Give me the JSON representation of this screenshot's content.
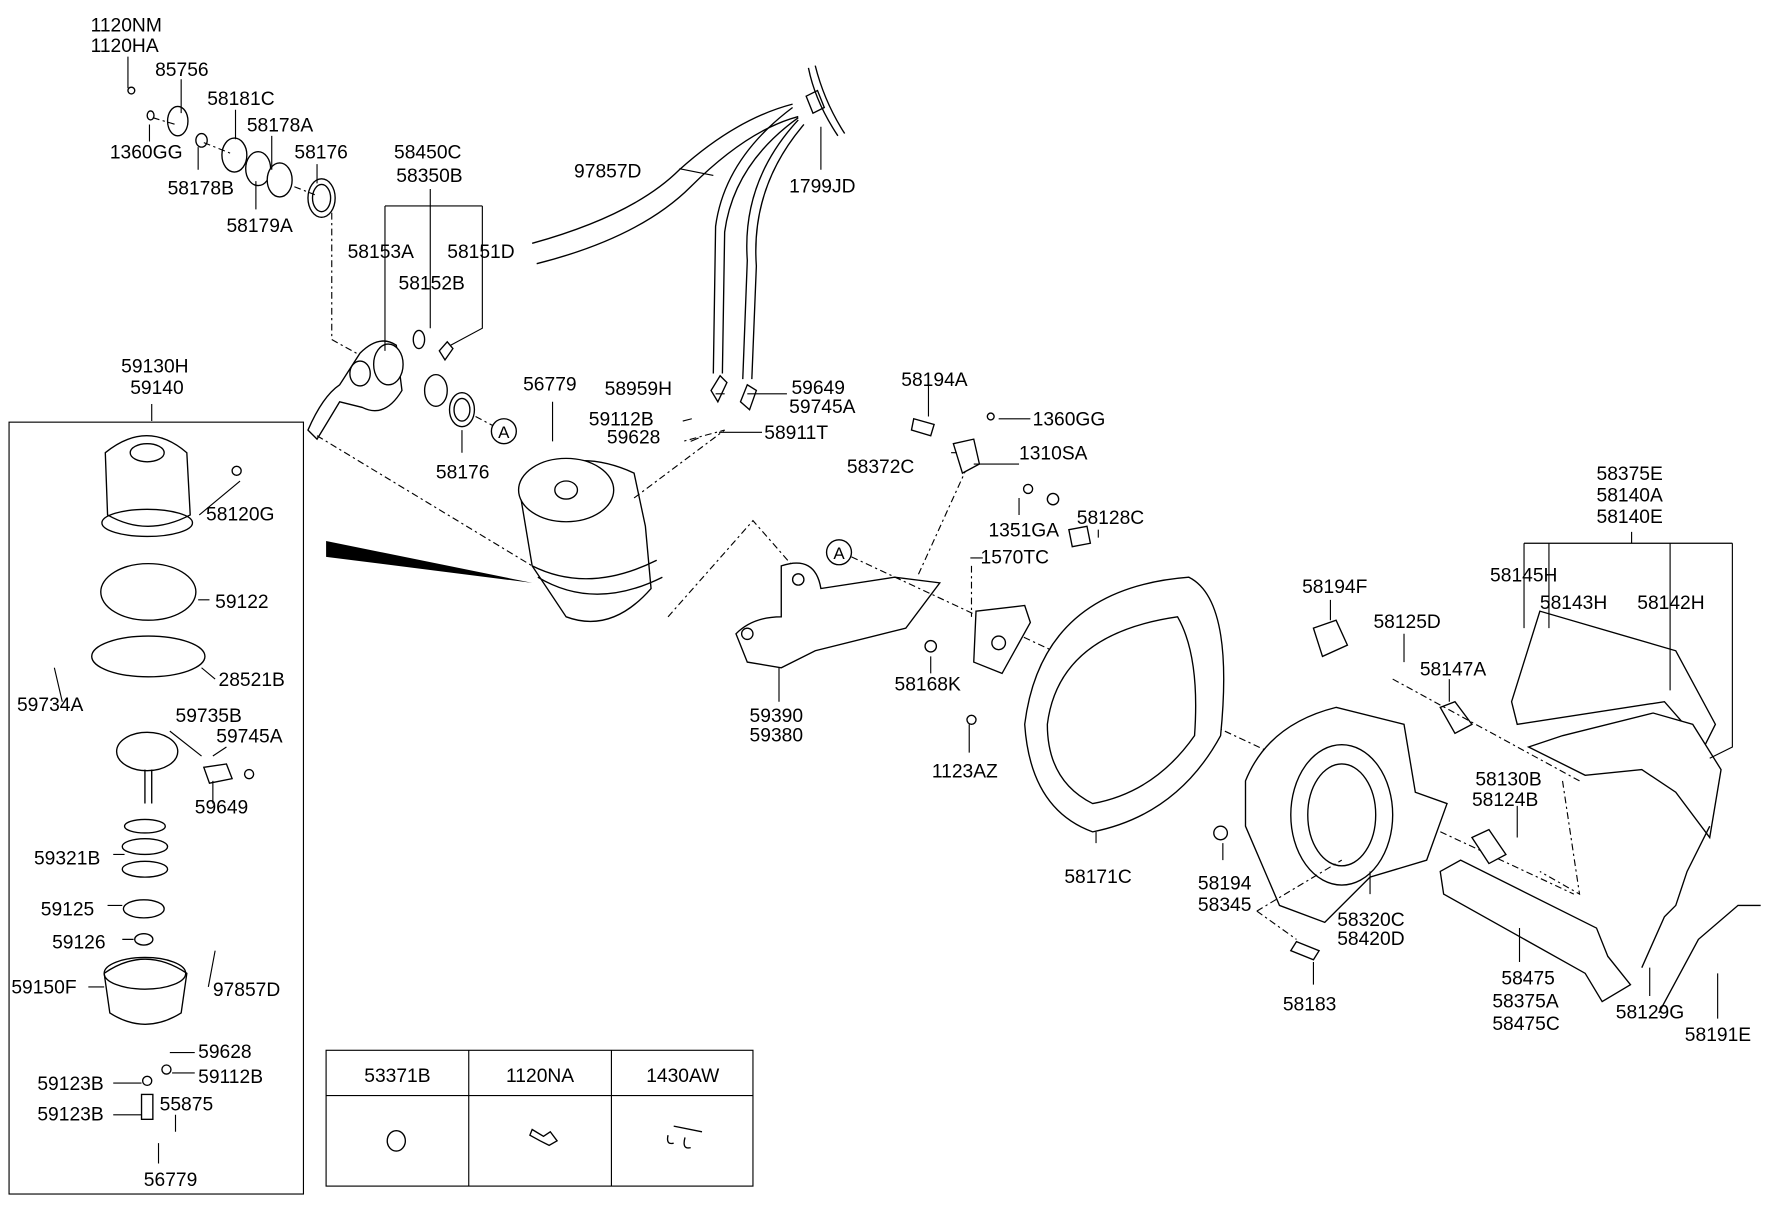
{
  "diagram": {
    "reference_marker": "A",
    "callouts": [
      "1120NM",
      "1120HA",
      "85756",
      "58181C",
      "58178A",
      "1360GG",
      "58176",
      "58178B",
      "58179A",
      "58450C",
      "58350B",
      "58153A",
      "58151D",
      "58152B",
      "97857D",
      "1799JD",
      "59130H",
      "59140",
      "56779",
      "58959H",
      "59649",
      "59745A",
      "59112B",
      "59628",
      "58911T",
      "58176",
      "58194A",
      "1360GG",
      "1310SA",
      "58372C",
      "58120G",
      "1351GA",
      "58128C",
      "1570TC",
      "58375E",
      "58140A",
      "58140E",
      "58145H",
      "58143H",
      "58142H",
      "58194F",
      "59122",
      "58125D",
      "58147A",
      "28521B",
      "58168K",
      "59734A",
      "59735B",
      "59390",
      "59380",
      "59745A",
      "1123AZ",
      "58130B",
      "58124B",
      "59649",
      "59321B",
      "58171C",
      "58194",
      "58345",
      "59125",
      "58320C",
      "58420D",
      "59126",
      "58475",
      "58375A",
      "58475C",
      "59150F",
      "97857D",
      "58183",
      "58129G",
      "58191E",
      "59628",
      "59112B",
      "59123B",
      "55875",
      "59123B",
      "56779"
    ]
  },
  "legend_table": {
    "columns": [
      "53371B",
      "1120NA",
      "1430AW"
    ]
  }
}
